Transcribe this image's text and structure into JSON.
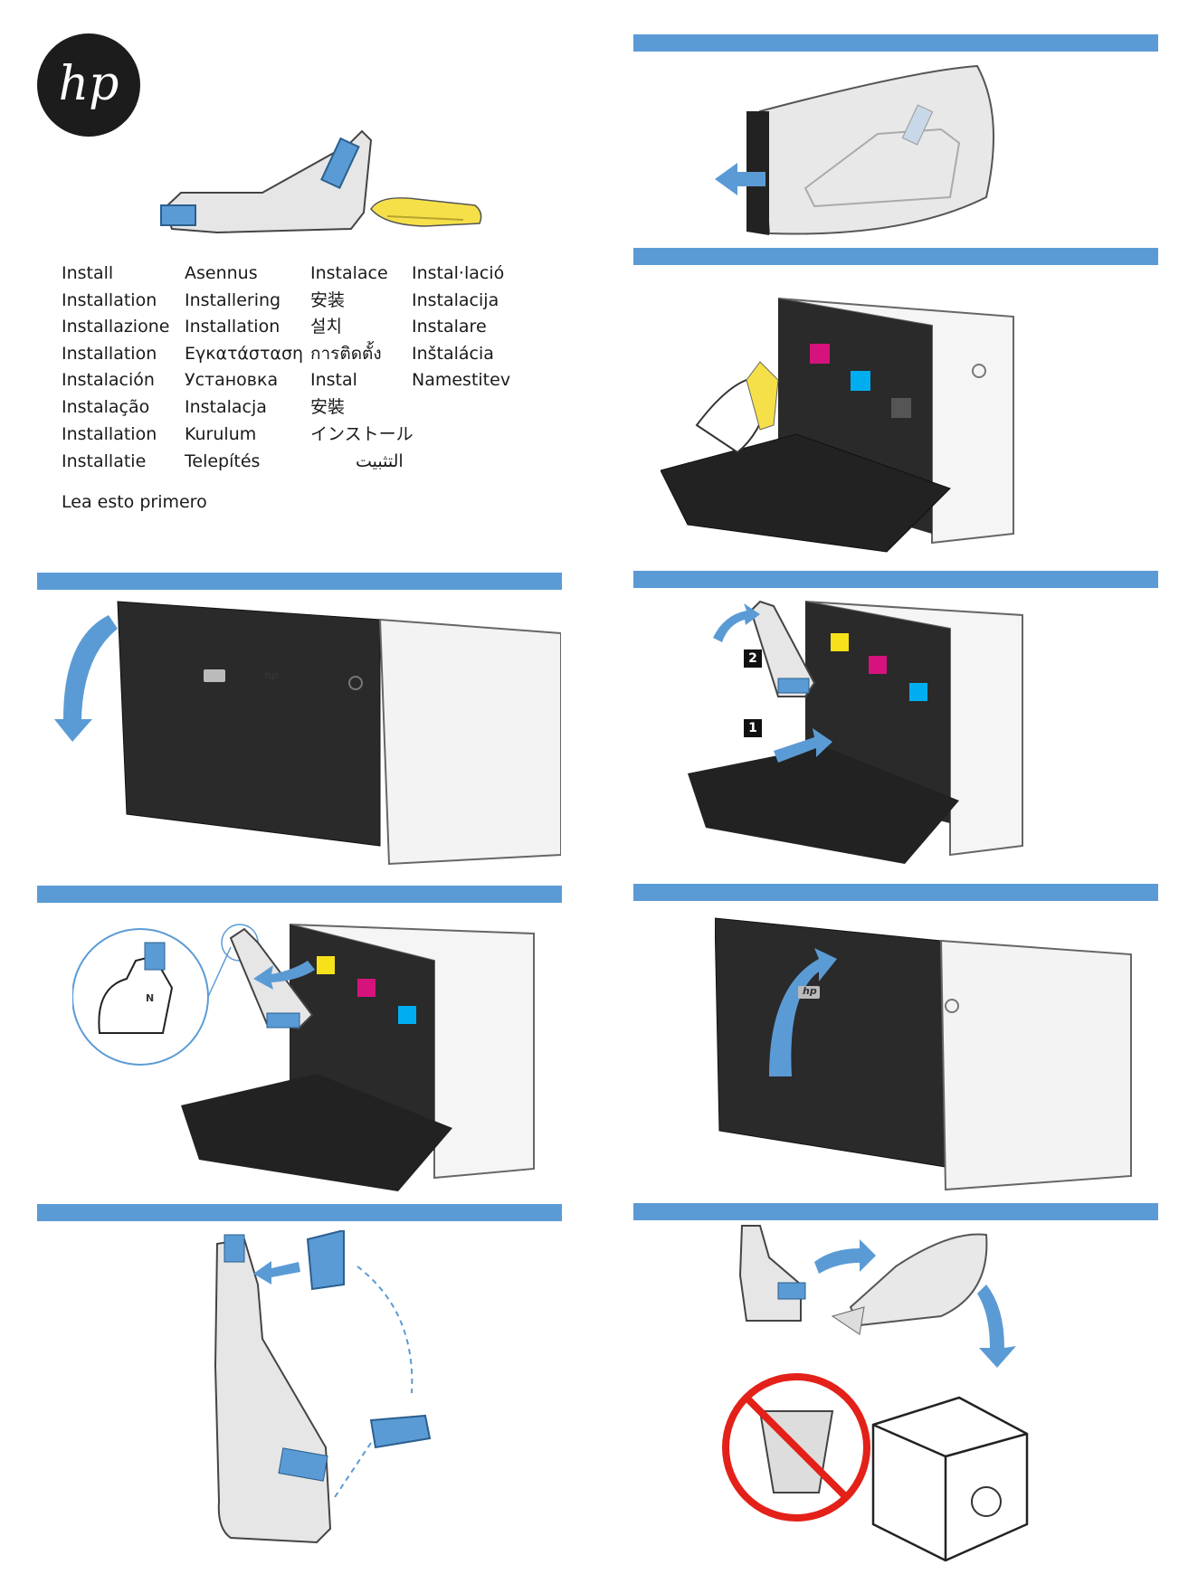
{
  "brand": {
    "logo_text": "hp"
  },
  "languages": {
    "col1": [
      "Install",
      "Installation",
      "Installazione",
      "Installation",
      "Instalación",
      "Instalação",
      "Installation",
      "Installatie"
    ],
    "col2": [
      "Asennus",
      "Installering",
      "Installation",
      "Εγκατάσταση",
      "Установка",
      "Instalacja",
      "Kurulum",
      "Telepítés"
    ],
    "col3": [
      "Instalace",
      "安装",
      "설치",
      "การติดตั้ง",
      "Instal",
      "安裝",
      "インストール",
      "التثبيت"
    ],
    "col4": [
      "Instal·lació",
      "Instalacija",
      "Instalare",
      "Inštalácia",
      "Namestitev"
    ]
  },
  "note": "Lea esto primero",
  "steps": {
    "printer_logo": "hp",
    "callout_1": "1",
    "callout_2": "2",
    "cartridge_letter": "N"
  },
  "colors": {
    "accent_blue": "#5b9bd5",
    "cyan": "#00aeef",
    "magenta": "#d6137d",
    "yellow": "#f7e11b",
    "cloth_yellow": "#f5e04a",
    "printer_black": "#222222",
    "no_symbol_red": "#e32119"
  }
}
